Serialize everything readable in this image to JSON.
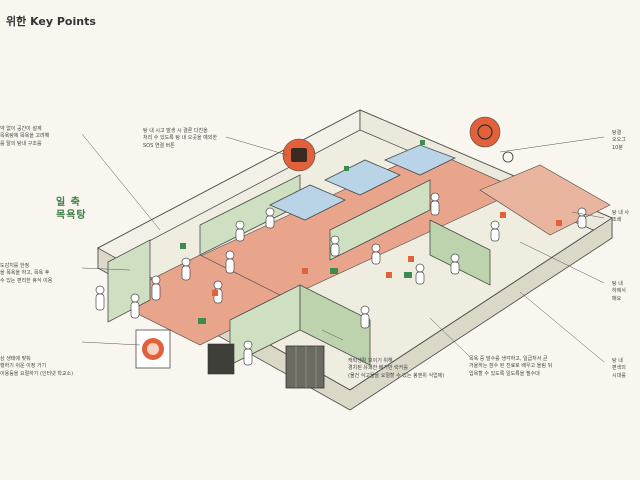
{
  "title": "위한 Key Points",
  "logo": {
    "line1": "일 축",
    "line2": "목욕탕"
  },
  "watermark": "",
  "annotations": {
    "left1": [
      "약 없이 공간이 설계",
      "목욕탕에 목욕을 고려해",
      "를 탈의 탕내 구조를"
    ],
    "left2": [
      "도감지를 한정",
      "을 목욕을 하고, 목욕 후",
      "수 있는 편리한 휴식 이용"
    ],
    "left3": [
      "상 생태에 맞춰",
      "행하기 쉬운 이정 거기",
      "이용등을 요절하기 (인터넷 학교소)"
    ],
    "top_center": [
      "탕 내 시고 발생 시 결론 다친을",
      "처리 수 있도록 탕 내 오곳을 예외한",
      "SOS 연결 버튼"
    ],
    "bottom_center1": [
      "캐릭생활 보이기 위해",
      "경치된 유쾌한 배가만 락커를",
      "(물건 식고물을 요절할 수 있는 봉엔위 식업에)"
    ],
    "bottom_center2": [
      "목욕 중 말수를 생각하고, 일급처서 큰",
      "거울하는 잠수 된 진료로 배우고 올림 뒤",
      "입욕할 수 있도록 일도록을 필수대"
    ],
    "right1": [
      "탕결",
      "오오그",
      "10분 "
    ],
    "right2": [
      "탕 내 사",
      "조쇄"
    ],
    "right3": [
      "탕 내",
      "하에서",
      "매요"
    ],
    "right4": [
      "탕 내",
      "편색의",
      "시대를"
    ]
  },
  "colors": {
    "floor": "#e9a48c",
    "wall_green": "#cfe0c2",
    "accent_orange": "#e2603a",
    "pool_blue": "#b8d4e6",
    "line": "#4a4a4a"
  }
}
